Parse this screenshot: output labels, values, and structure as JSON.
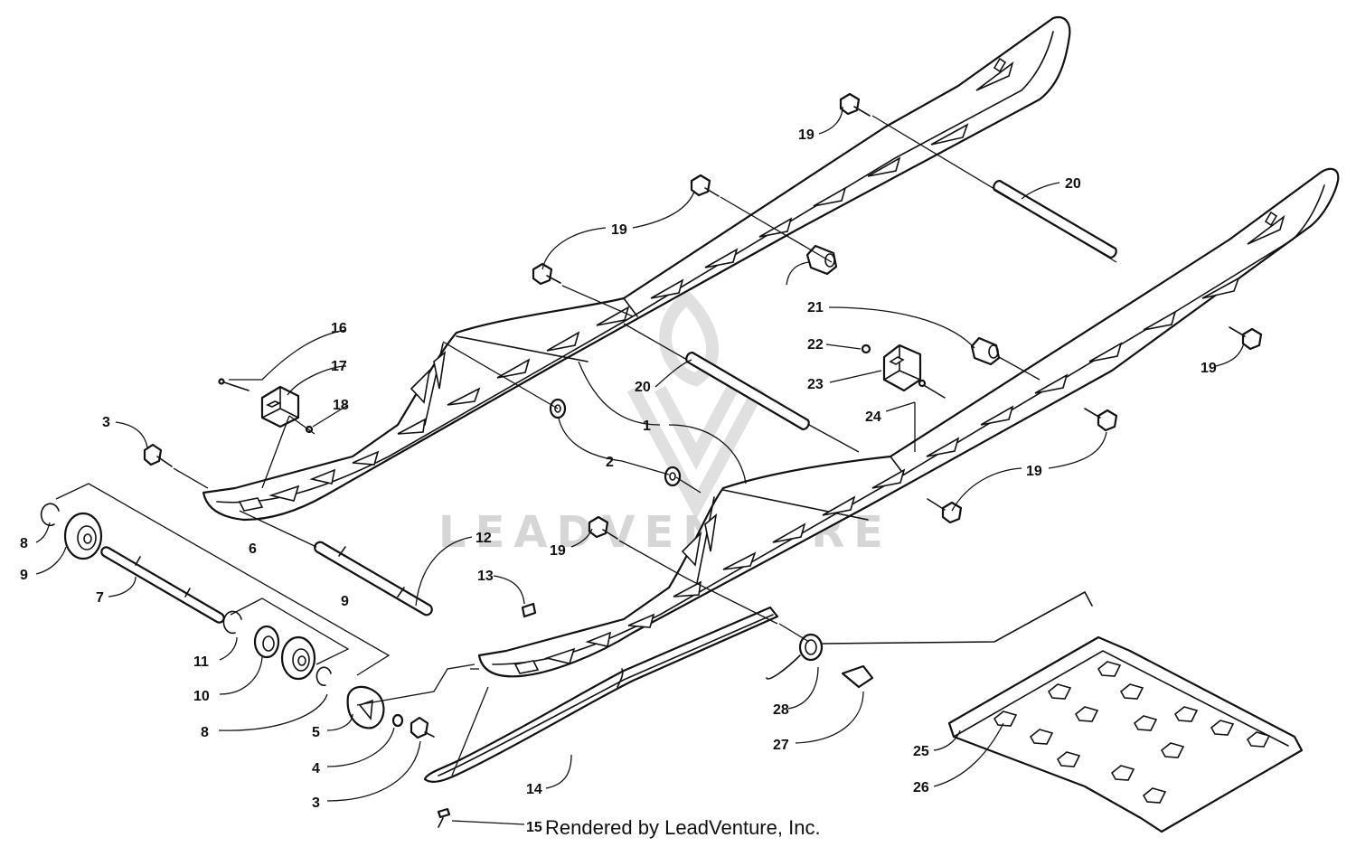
{
  "watermark": {
    "text": "LEADVENTURE"
  },
  "credit": {
    "text": "Rendered by LeadVenture, Inc."
  },
  "callouts": {
    "c1": "1",
    "c2": "2",
    "c3a": "3",
    "c3b": "3",
    "c4": "4",
    "c5": "5",
    "c6": "6",
    "c7": "7",
    "c8a": "8",
    "c8b": "8",
    "c9a": "9",
    "c9b": "9",
    "c10": "10",
    "c11": "11",
    "c12": "12",
    "c13": "13",
    "c14": "14",
    "c15": "15",
    "c16": "16",
    "c17": "17",
    "c18": "18",
    "c19a": "19",
    "c19b": "19",
    "c19c": "19",
    "c19d": "19",
    "c19e": "19",
    "c20a": "20",
    "c20b": "20",
    "c21": "21",
    "c22": "22",
    "c23": "23",
    "c24": "24",
    "c25": "25",
    "c26": "26",
    "c27": "27",
    "c28": "28"
  }
}
